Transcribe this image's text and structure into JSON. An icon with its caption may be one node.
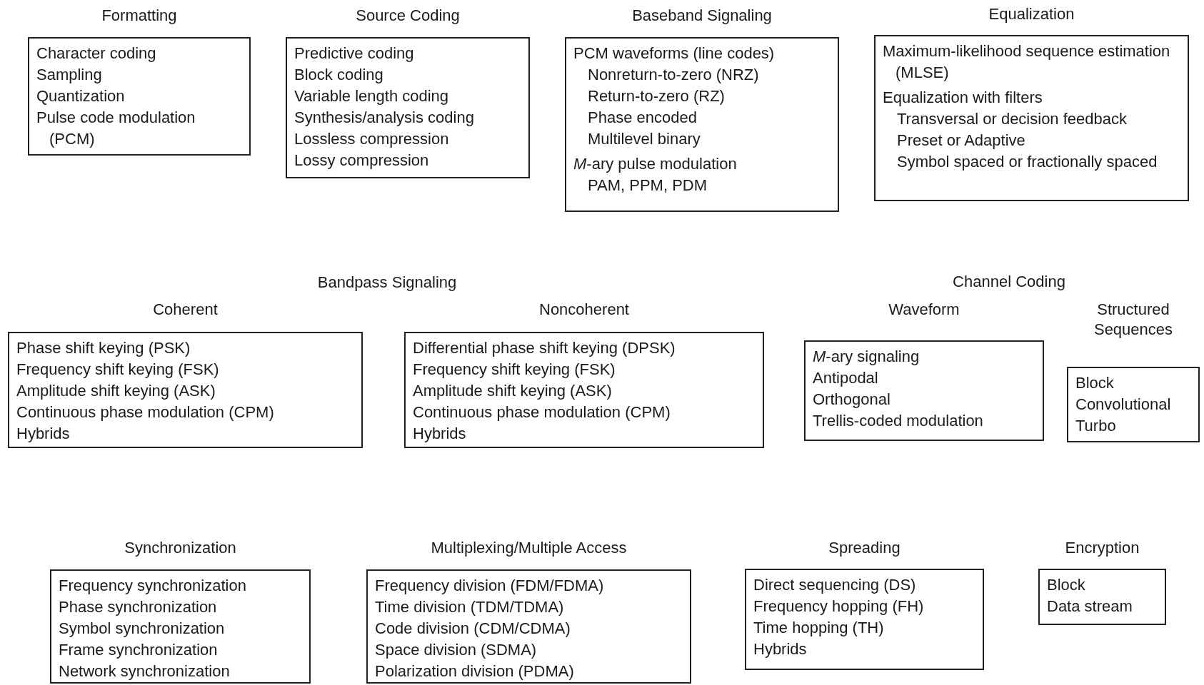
{
  "diagram": {
    "nodes": [
      {
        "text": [
          "Formatting",
          "Character coding",
          "Sampling",
          "Quantization",
          "Pulse code modulation (PCM)"
        ]
      },
      {
        "text": [
          "Source Coding",
          "Predictive coding",
          "Block coding",
          "Variable length coding",
          "Synthesis/analysis coding",
          "Lossless compression",
          "Lossy compression"
        ]
      },
      {
        "text": [
          "Baseband Signaling",
          "PCM waveforms (line codes)",
          "Nonreturn-to-zero (NRZ)",
          "Return-to-zero (RZ)",
          "Phase encoded",
          "Multilevel binary",
          "*M*-ary pulse modulation",
          "PAM, PPM, PDM"
        ]
      },
      {
        "text": [
          "Equalization",
          "Maximum-likelihood sequence estimation (MLSE)",
          "Equalization with filters",
          "Transversal or decision feedback",
          "Preset or Adaptive",
          "Symbol spaced or fractionally spaced"
        ]
      },
      {
        "text": [
          "Coherent",
          "Phase shift keying (PSK)",
          "Frequency shift keying (FSK)",
          "Amplitude shift keying (ASK)",
          "Continuous phase modulation (CPM)",
          "Hybrids"
        ]
      },
      {
        "text": [
          "Noncoherent",
          "Differential phase shift keying (DPSK)",
          "Frequency shift keying (FSK)",
          "Amplitude shift keying (ASK)",
          "Continuous phase modulation (CPM)",
          "Hybrids"
        ]
      },
      {
        "text": [
          "Waveform",
          "*M*-ary signaling",
          "Antipodal",
          "Orthogonal",
          "Trellis-coded modulation"
        ]
      },
      {
        "text": [
          "Structured Sequences",
          "Block",
          "Convolutional",
          "Turbo"
        ]
      },
      {
        "text": [
          "Synchronization",
          "Frequency synchronization",
          "Phase synchronization",
          "Symbol synchronization",
          "Frame synchronization",
          "Network synchronization"
        ]
      },
      {
        "text": [
          "Multiplexing/Multiple Access",
          "Frequency division (FDM/FDMA)",
          "Time division (TDM/TDMA)",
          "Code division (CDM/CDMA)",
          "Space division (SDMA)",
          "Polarization division (PDMA)"
        ]
      },
      {
        "text": [
          "Spreading",
          "Direct sequencing (DS)",
          "Frequency hopping (FH)",
          "Time hopping (TH)",
          "Hybrids"
        ]
      },
      {
        "text": [
          "Encryption",
          "Block",
          "Data stream"
        ]
      }
    ],
    "labels": [
      "Bandpass Signaling",
      "Channel Coding"
    ]
  }
}
